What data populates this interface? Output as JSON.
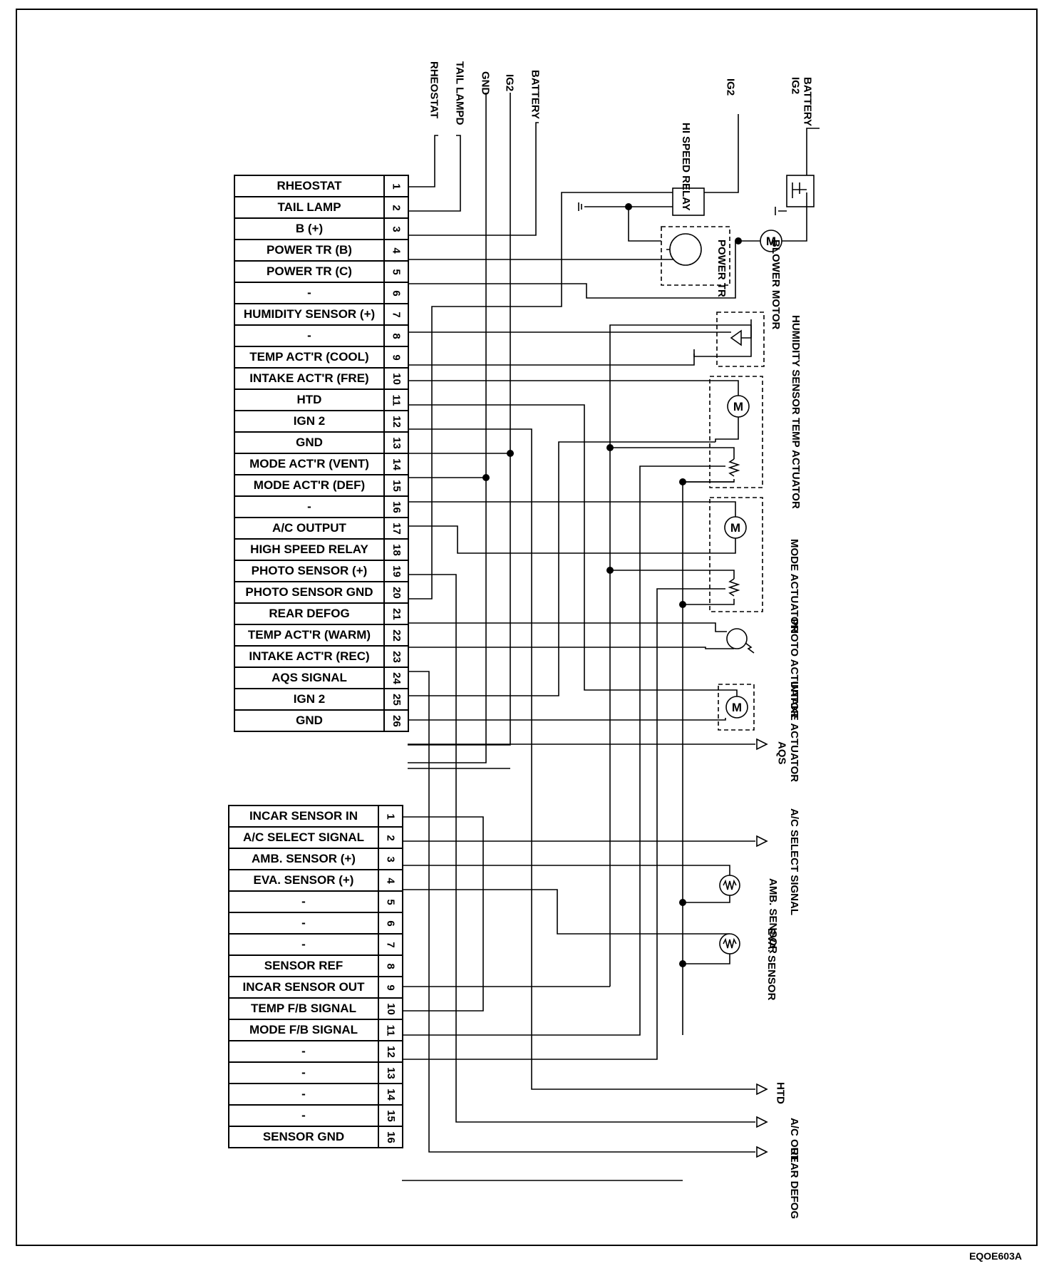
{
  "connector_a": [
    {
      "pin": "1",
      "name": "RHEOSTAT"
    },
    {
      "pin": "2",
      "name": "TAIL LAMP"
    },
    {
      "pin": "3",
      "name": "B (+)"
    },
    {
      "pin": "4",
      "name": "POWER TR (B)"
    },
    {
      "pin": "5",
      "name": "POWER TR (C)"
    },
    {
      "pin": "6",
      "name": "-"
    },
    {
      "pin": "7",
      "name": "HUMIDITY SENSOR (+)"
    },
    {
      "pin": "8",
      "name": "-"
    },
    {
      "pin": "9",
      "name": "TEMP ACT'R (COOL)"
    },
    {
      "pin": "10",
      "name": "INTAKE ACT'R (FRE)"
    },
    {
      "pin": "11",
      "name": "HTD"
    },
    {
      "pin": "12",
      "name": "IGN 2"
    },
    {
      "pin": "13",
      "name": "GND"
    },
    {
      "pin": "14",
      "name": "MODE ACT'R (VENT)"
    },
    {
      "pin": "15",
      "name": "MODE ACT'R (DEF)"
    },
    {
      "pin": "16",
      "name": "-"
    },
    {
      "pin": "17",
      "name": "A/C OUTPUT"
    },
    {
      "pin": "18",
      "name": "HIGH SPEED RELAY"
    },
    {
      "pin": "19",
      "name": "PHOTO SENSOR (+)"
    },
    {
      "pin": "20",
      "name": "PHOTO SENSOR GND"
    },
    {
      "pin": "21",
      "name": "REAR DEFOG"
    },
    {
      "pin": "22",
      "name": "TEMP ACT'R (WARM)"
    },
    {
      "pin": "23",
      "name": "INTAKE ACT'R (REC)"
    },
    {
      "pin": "24",
      "name": "AQS SIGNAL"
    },
    {
      "pin": "25",
      "name": "IGN 2"
    },
    {
      "pin": "26",
      "name": "GND"
    }
  ],
  "connector_b": [
    {
      "pin": "1",
      "name": "INCAR SENSOR IN"
    },
    {
      "pin": "2",
      "name": "A/C SELECT SIGNAL"
    },
    {
      "pin": "3",
      "name": "AMB. SENSOR (+)"
    },
    {
      "pin": "4",
      "name": "EVA. SENSOR (+)"
    },
    {
      "pin": "5",
      "name": "-"
    },
    {
      "pin": "6",
      "name": "-"
    },
    {
      "pin": "7",
      "name": "-"
    },
    {
      "pin": "8",
      "name": "SENSOR REF"
    },
    {
      "pin": "9",
      "name": "INCAR SENSOR OUT"
    },
    {
      "pin": "10",
      "name": "TEMP F/B SIGNAL"
    },
    {
      "pin": "11",
      "name": "MODE F/B SIGNAL"
    },
    {
      "pin": "12",
      "name": "-"
    },
    {
      "pin": "13",
      "name": "-"
    },
    {
      "pin": "14",
      "name": "-"
    },
    {
      "pin": "15",
      "name": "-"
    },
    {
      "pin": "16",
      "name": "SENSOR GND"
    }
  ],
  "top_labels": {
    "rheostat": "RHEOSTAT",
    "tail_lamp": "TAIL LAMPD",
    "gnd": "GND",
    "ig2_a": "IG2",
    "battery_a": "BATTERY",
    "ig2_b": "IG2",
    "battery_b": "BATTERY",
    "ig2_c": "IG2"
  },
  "components": {
    "hi_speed_relay": "HI SPEED RELAY",
    "power_tr": "POWER TR",
    "blower_motor": "BLOWER MOTOR",
    "humidity_sensor": "HUMIDITY SENSOR",
    "temp_actuator": "TEMP ACTUATOR",
    "mode_actuator": "MODE ACTUATOR",
    "photo_actuator": "PHOTO ACTUATOR",
    "intake_actuator": "INTAKE ACTUATOR",
    "aqs": "AQS",
    "ac_select_signal": "A/C SELECT SIGNAL",
    "amb_sensor": "AMB. SENSOR",
    "eva_sensor": "EVA. SENSOR",
    "htd": "HTD",
    "ac_out": "A/C OUT",
    "rear_defog": "REAR DEFOG"
  },
  "figure_code": "EQOE603A"
}
